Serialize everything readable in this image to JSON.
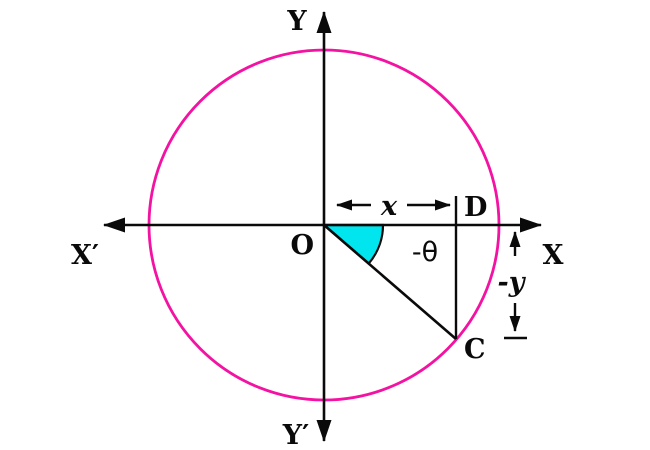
{
  "figure": {
    "description": "Circle centered at origin with angle -θ measured below the positive x-axis to point C",
    "labels": {
      "y_axis_top": "Y",
      "y_axis_bottom": "Y′",
      "x_axis_left": "X′",
      "x_axis_right": "X",
      "origin": "O",
      "point_d": "D",
      "point_c": "C",
      "x_dimension": "x",
      "y_dimension": "-y",
      "angle": "-θ"
    },
    "colors": {
      "circle_stroke": "#F412A2",
      "wedge_fill": "#00E5EE",
      "line_color": "#0a0a0a"
    }
  }
}
